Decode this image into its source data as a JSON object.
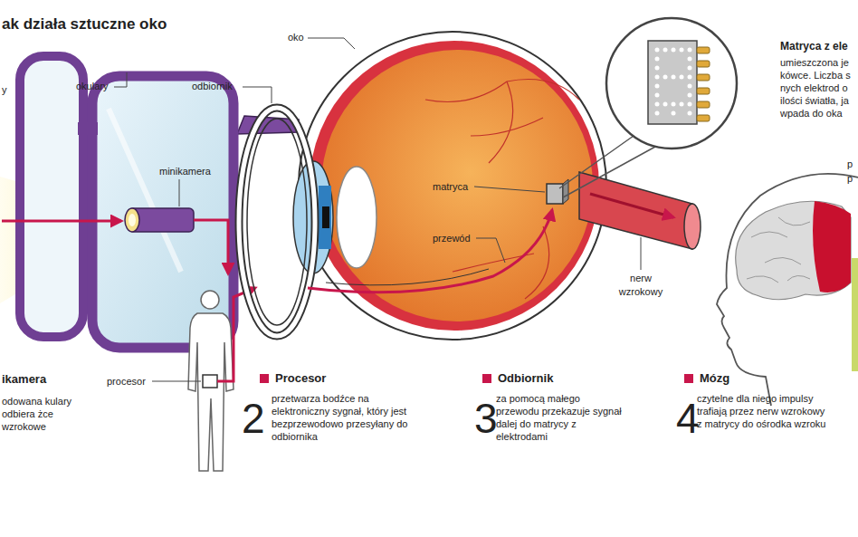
{
  "diagram": {
    "title": "ak działa sztuczne oko",
    "labels": [
      "y",
      "okulary",
      "odbiornik",
      "oko",
      "Matryca z ele",
      "umieszczona je kówce. Liczba s nych elektrod o ilości światła, ja wpada do oka",
      "minikamera",
      "matryca",
      "przewód",
      "nerw wzrokowy",
      "procesor",
      "ikamera",
      "odowana kulary odbiera żce wzrokowe",
      "Procesor",
      "2",
      "przetwarza bodźce na elektroniczny sygnał, który jest bezprzewodowo przesyłany do odbiornika",
      "Odbiornik",
      "3",
      "za pomocą małego przewodu przekazuje sygnał dalej do matrycy z elektrodami",
      "Mózg",
      "4",
      "czytelne dla niego impulsy trafiają przez nerw wzrokowy z matrycy do ośrodka wzroku",
      "p",
      "p"
    ]
  }
}
